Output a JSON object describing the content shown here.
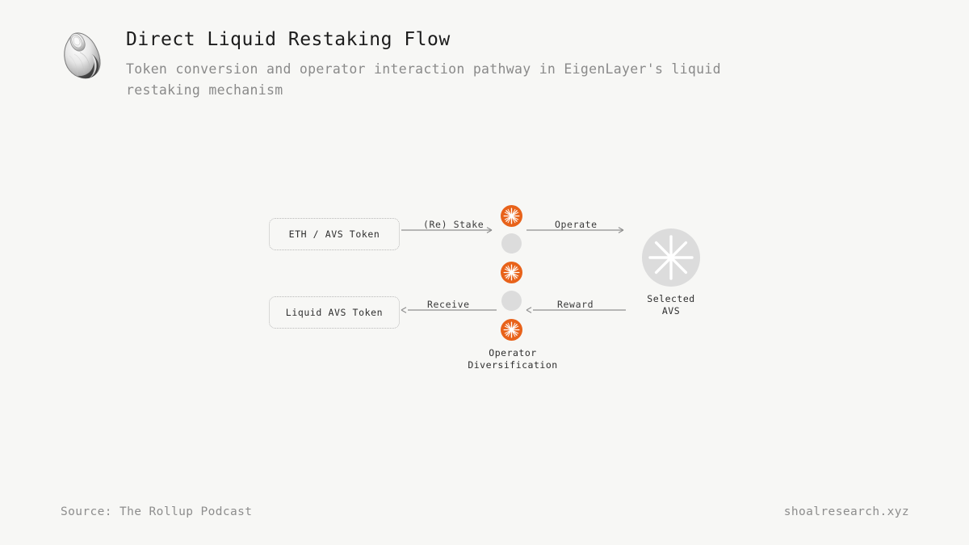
{
  "header": {
    "logo_icon": "shell-logo-icon",
    "title": "Direct Liquid Restaking Flow",
    "subtitle": "Token conversion and operator interaction pathway in EigenLayer's liquid restaking mechanism"
  },
  "diagram": {
    "type": "flow",
    "boxes": [
      {
        "id": "eth-avs-token",
        "label": "ETH / AVS Token"
      },
      {
        "id": "liquid-avs-token",
        "label": "Liquid AVS Token"
      }
    ],
    "operator_column": {
      "caption_line1": "Operator",
      "caption_line2": "Diversification",
      "nodes": [
        {
          "index": 0,
          "state": "active",
          "color": "#e8621a",
          "icon": "starburst-icon"
        },
        {
          "index": 1,
          "state": "inactive",
          "color": "#dcdcdc",
          "icon": "plain-circle-icon"
        },
        {
          "index": 2,
          "state": "active",
          "color": "#e8621a",
          "icon": "starburst-icon"
        },
        {
          "index": 3,
          "state": "inactive",
          "color": "#dcdcdc",
          "icon": "plain-circle-icon"
        },
        {
          "index": 4,
          "state": "active",
          "color": "#e8621a",
          "icon": "starburst-icon"
        }
      ]
    },
    "avs": {
      "icon": "starburst-icon",
      "color": "#dcdcdc",
      "caption_line1": "Selected",
      "caption_line2": "AVS"
    },
    "arrows": [
      {
        "id": "restake",
        "label": "(Re) Stake",
        "direction": "right",
        "from": "eth-avs-token",
        "to": "operators"
      },
      {
        "id": "operate",
        "label": "Operate",
        "direction": "right",
        "from": "operators",
        "to": "avs"
      },
      {
        "id": "receive",
        "label": "Receive",
        "direction": "left",
        "from": "operators",
        "to": "liquid-avs-token"
      },
      {
        "id": "reward",
        "label": "Reward",
        "direction": "left",
        "from": "avs",
        "to": "operators"
      }
    ]
  },
  "footer": {
    "source": "Source: The Rollup Podcast",
    "site": "shoalresearch.xyz"
  },
  "colors": {
    "background": "#f7f7f5",
    "accent_orange": "#e8621a",
    "node_gray": "#dcdcdc",
    "title": "#1c1c1c",
    "subtitle": "#8a8a8a",
    "footer": "#8d8d8d",
    "stroke": "#8f8f8f",
    "box_border": "#b8b8b8"
  }
}
